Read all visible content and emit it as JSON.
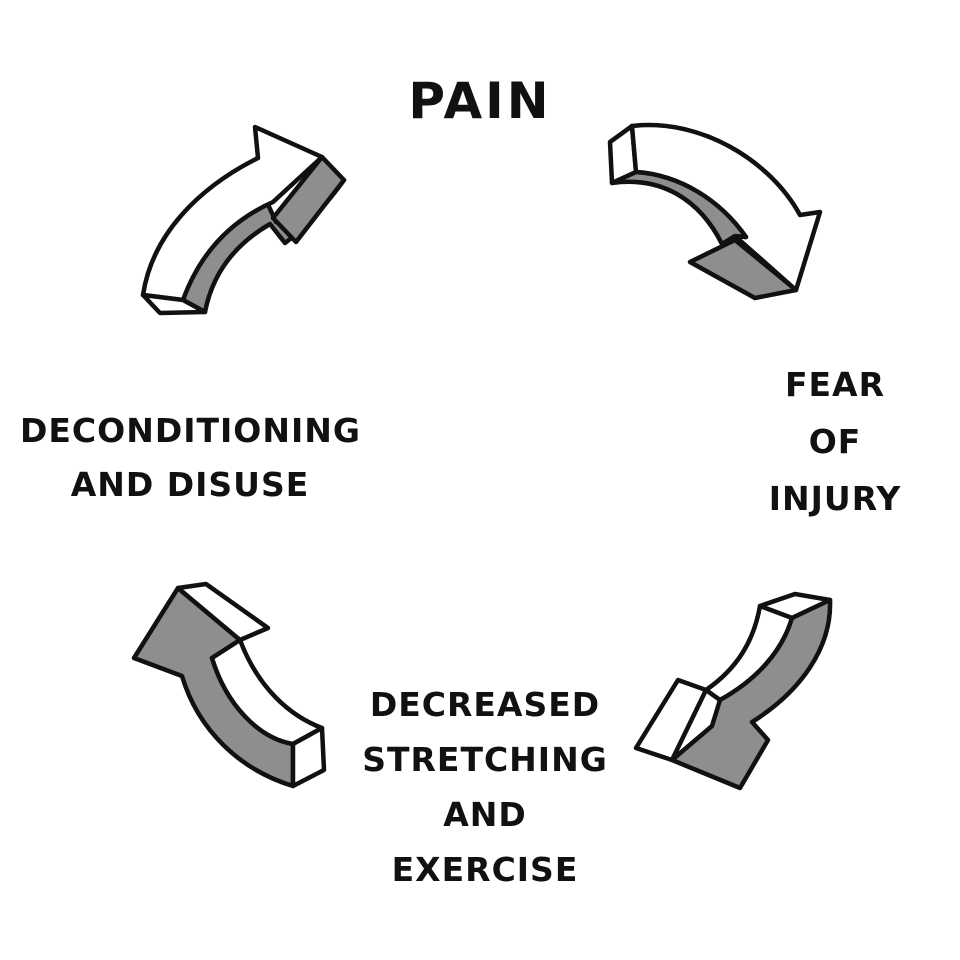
{
  "diagram": {
    "nodes": [
      {
        "id": "pain",
        "lines": [
          "Pain"
        ]
      },
      {
        "id": "fear",
        "lines": [
          "Fear",
          "of",
          "Injury"
        ]
      },
      {
        "id": "decreased",
        "lines": [
          "Decreased",
          "stretching",
          "and",
          "Exercise"
        ]
      },
      {
        "id": "decond",
        "lines": [
          "Deconditioning",
          "and Disuse"
        ]
      }
    ],
    "edges": [
      {
        "from": "pain",
        "to": "fear"
      },
      {
        "from": "fear",
        "to": "decreased"
      },
      {
        "from": "decreased",
        "to": "decond"
      },
      {
        "from": "decond",
        "to": "pain"
      }
    ],
    "arrow_face_color": "#ffffff",
    "arrow_side_color": "#8e8e8e",
    "outline_color": "#111111"
  }
}
